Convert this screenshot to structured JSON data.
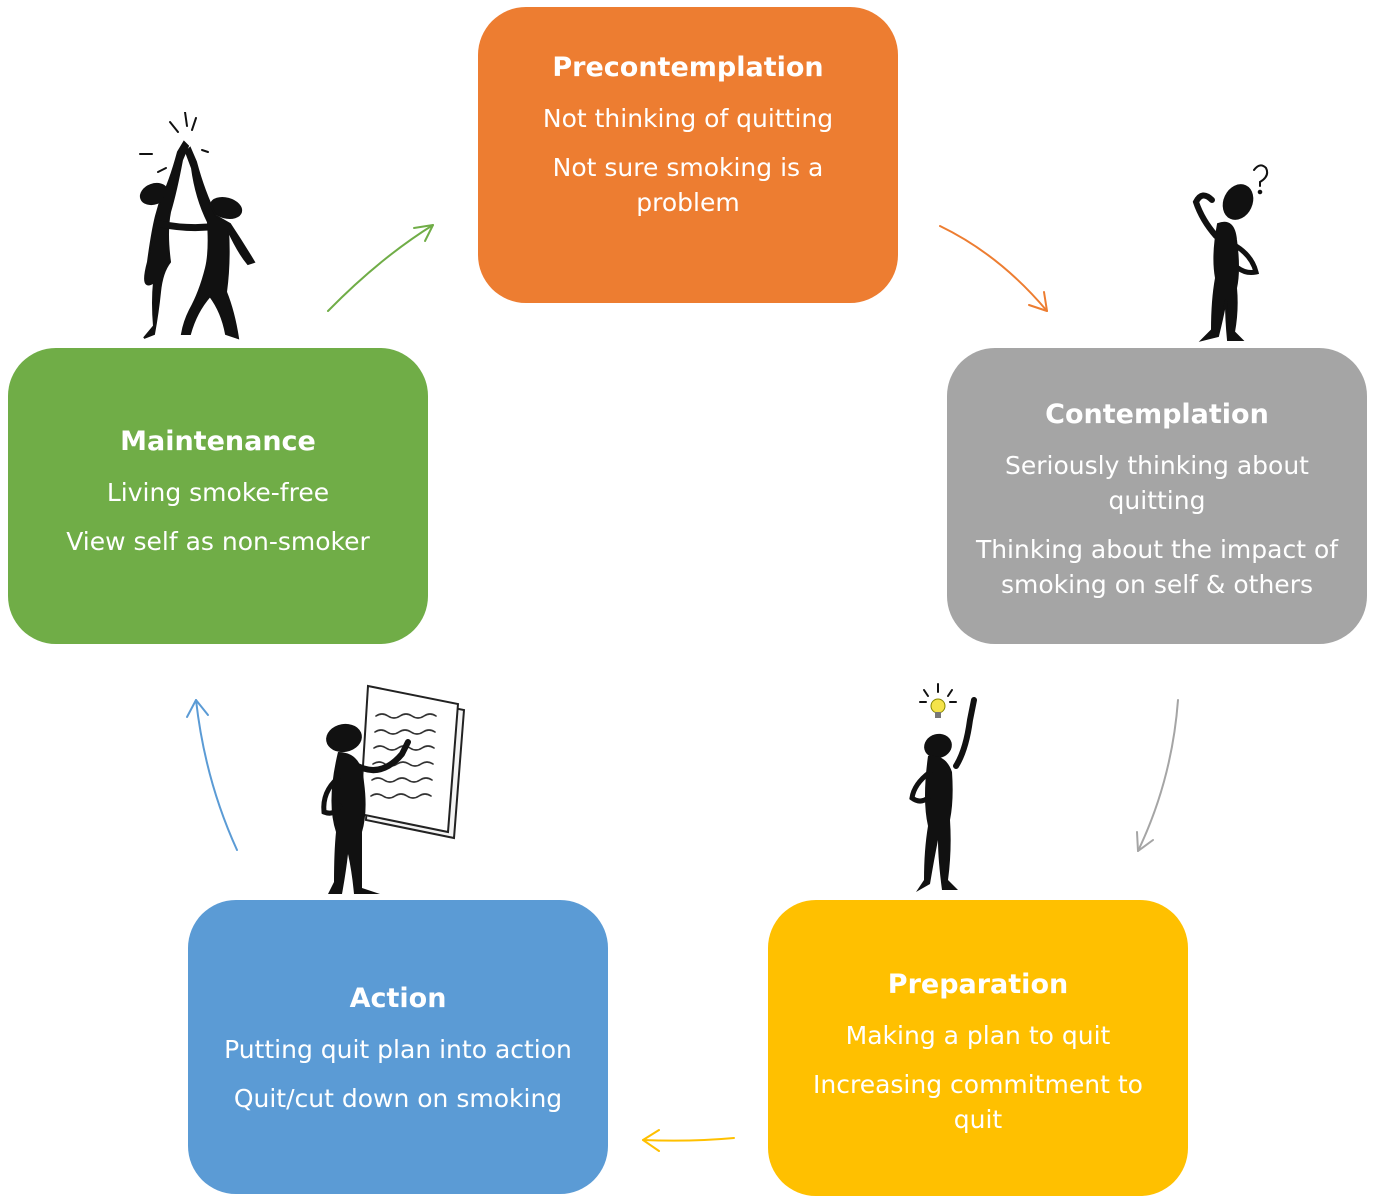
{
  "stages": {
    "precontemplation": {
      "title": "Precontemplation",
      "lines": [
        "Not thinking of quitting",
        "Not sure smoking is a problem"
      ],
      "color": "#ED7D31"
    },
    "contemplation": {
      "title": "Contemplation",
      "lines": [
        "Seriously thinking about quitting",
        "Thinking about the impact of smoking on self & others"
      ],
      "color": "#A5A5A5"
    },
    "preparation": {
      "title": "Preparation",
      "lines": [
        "Making a plan to quit",
        "Increasing commitment to quit"
      ],
      "color": "#FFC000"
    },
    "action": {
      "title": "Action",
      "lines": [
        "Putting quit plan into action",
        "Quit/cut down on smoking"
      ],
      "color": "#5B9BD5"
    },
    "maintenance": {
      "title": "Maintenance",
      "lines": [
        "Living smoke-free",
        "View self as non-smoker"
      ],
      "color": "#70AD47"
    }
  },
  "icons": {
    "maintenance": "high-five-figures-icon",
    "contemplation": "thinking-figure-icon",
    "preparation": "lightbulb-idea-figure-icon",
    "action": "figure-with-checklist-icon"
  }
}
